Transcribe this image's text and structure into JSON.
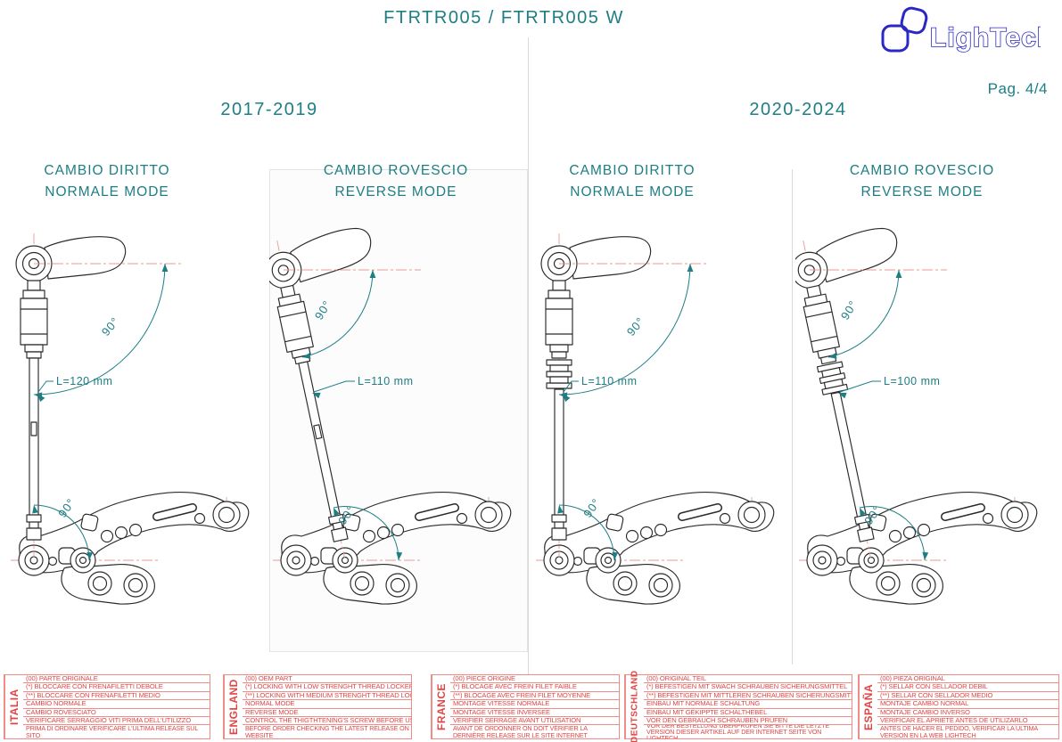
{
  "header": {
    "title": "FTRTR005 / FTRTR005 W",
    "logo_text": "LighTech",
    "page_label": "Pag. 4/4"
  },
  "sections": [
    {
      "years": "2017-2019"
    },
    {
      "years": "2020-2024"
    }
  ],
  "diagrams": [
    {
      "id": "normale-2017",
      "title_line1": "CAMBIO DIRITTO",
      "title_line2": "NORMALE MODE",
      "length_label": "L=120 mm",
      "angle_top": "90°",
      "angle_bottom": "90°",
      "rod": "straight",
      "bellows": false
    },
    {
      "id": "rovescio-2017",
      "title_line1": "CAMBIO ROVESCIO",
      "title_line2": "REVERSE MODE",
      "length_label": "L=110 mm",
      "angle_top": "90°",
      "angle_bottom": "90°",
      "rod": "tilted",
      "bellows": false
    },
    {
      "id": "normale-2020",
      "title_line1": "CAMBIO DIRITTO",
      "title_line2": "NORMALE MODE",
      "length_label": "L=110 mm",
      "angle_top": "90°",
      "angle_bottom": "90°",
      "rod": "straight",
      "bellows": true
    },
    {
      "id": "rovescio-2020",
      "title_line1": "CAMBIO ROVESCIO",
      "title_line2": "REVERSE MODE",
      "length_label": "L=100 mm",
      "angle_top": "90°",
      "angle_bottom": "90°",
      "rod": "tilted",
      "bellows": true
    }
  ],
  "tables": [
    {
      "country": "ITALIA",
      "rows": [
        "(00) PARTE ORIGINALE",
        "(*)   BLOCCARE CON FRENAFILETTI DEBOLE",
        "(**) BLOCCARE CON FRENAFILETTI MEDIO",
        "CAMBIO NORMALE",
        "CAMBIO ROVESCIATO",
        "VERIFICARE SERRAGGIO VITI PRIMA DELL'UTILIZZO",
        "PRIMA DI ORDINARE VERIFICARE L'ULTIMA RELEASE SUL SITO"
      ]
    },
    {
      "country": "ENGLAND",
      "rows": [
        "(00) OEM PART",
        "(*)   LOCKING WITH LOW STRENGHT THREAD LOCKER",
        "(**) LOCKING WITH MEDIUM STRENGHT THREAD LOCKER",
        "NORMAL MODE",
        "REVERSE MODE",
        "CONTROL THE THIGTHTENING'S SCREW BEFORE USING",
        "BEFORE ORDER CHECKING THE LATEST RELEASE ON WEBSITE"
      ]
    },
    {
      "country": "FRANCE",
      "rows": [
        "(00) PIECE ORIGINE",
        "(*)   BLOCAGE AVEC FREIN FILET FAIBLE",
        "(**) BLOCAGE AVEC FREIN FILET MOYENNE",
        "MONTAGE VITESSE NORMALE",
        "MONTAGE VITESSE INVERSEE",
        "VERIFIER SERRAGE AVANT UTILISATION",
        "AVANT DE ORDONNER ON DOIT VÉRIFIER LA DERNIÈRE RELEASE SUR LE SITE INTERNET"
      ]
    },
    {
      "country": "DEUTSCHLAND",
      "rows": [
        "(00) ORIGINAL TEIL",
        "(*)   BEFESTIGEN MIT SWACH SCHRAUBEN SICHERUNGSMITTEL",
        "(**) BEFESTIGEN MIT MITTLEREN SCHRAUBEN SICHERUNGSMITTEL",
        "EINBAU MIT NORMALE SCHALTUNG",
        "EINBAU MIT GEKIPPTE SCHALTHEBEL",
        "VOR DEN GEBRAUCH SCHRAUBEN PRÜFEN",
        "VOR DER BESTELLUNG ÜBERPRÜFEN SIE BITTE DIE LETZTE VERSION DIESER ARTIKEL AUF DER INTERNET SEITE VON LIGHTECH"
      ]
    },
    {
      "country": "ESPAÑA",
      "rows": [
        "(00) PIEZA ORIGINAL",
        "(*)   SELLAR CON SELLADOR DEBIL",
        "(**) SELLAR CON SELLADOR MEDIO",
        "MONTAJE  CAMBIO NORMAL",
        "MONTAJE CAMBIO INVERSO",
        "VERIFICAR EL APRIETE ANTES DE UTILIZARLO",
        "ANTES DE HACER EL PEDIDO, VERIFICAR LA ULTIMA VERSION EN LA WEB LIGHTECH"
      ]
    }
  ],
  "colors": {
    "teal": "#1d7e84",
    "table_red": "#e04545",
    "centerline_red": "#e89b97",
    "logo_blue": "#2b28c5",
    "line_black": "#2a2a2a",
    "divider_gray": "#d9d9d9"
  }
}
